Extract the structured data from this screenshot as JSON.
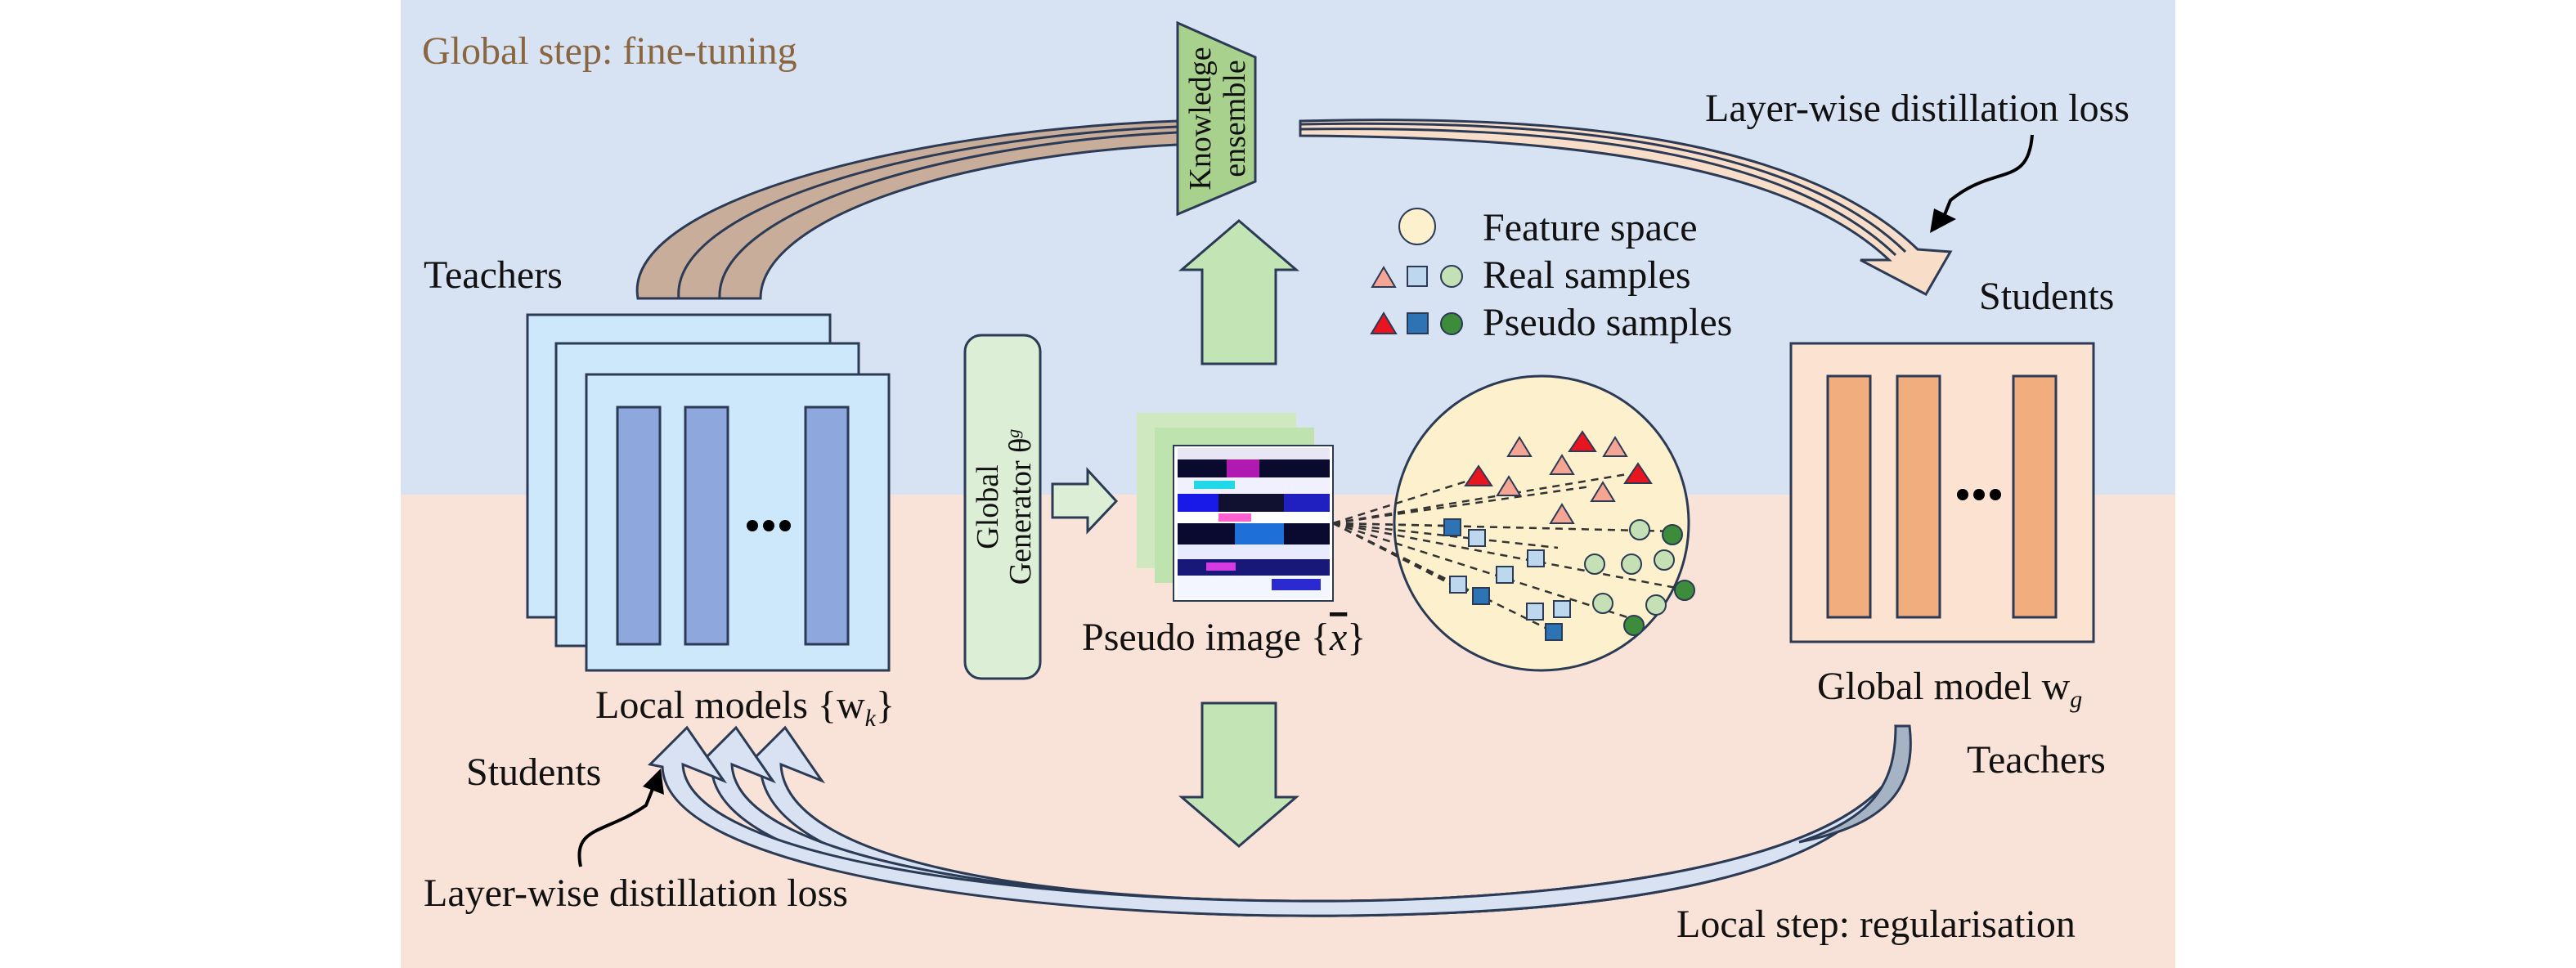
{
  "labels": {
    "global_step": "Global step: fine-tuning",
    "local_step": "Local step: regularisation",
    "teachers_left": "Teachers",
    "students_right": "Students",
    "students_left": "Students",
    "teachers_right": "Teachers",
    "lw_loss_top": "Layer-wise distillation loss",
    "lw_loss_bottom": "Layer-wise distillation loss",
    "local_models": "Local models {w",
    "local_models_sub": "k",
    "local_models_end": "}",
    "global_model": "Global model w",
    "global_model_sub": "g",
    "pseudo_image": "Pseudo image {",
    "pseudo_image_x": "x",
    "pseudo_image_end": "}",
    "generator_line1": "Global",
    "generator_line2": "Generator θ",
    "generator_sup": "g",
    "knowledge_line1": "Knowledge",
    "knowledge_line2": "ensemble",
    "ellipsis": "..."
  },
  "legend": {
    "feature_space": "Feature space",
    "real_samples": "Real samples",
    "pseudo_samples": "Pseudo samples"
  },
  "colors": {
    "top_bg": "#d7e2f3",
    "bottom_bg": "#f9e3d8",
    "teacher_arrow": "#c8ad9a",
    "student_arrow_top": "#f8ddc9",
    "student_arrow_bottom": "#d8e2f3",
    "teacher_arrow_bottom": "#a5b3c5",
    "local_card": "#cde8fa",
    "local_bar": "#8ea8de",
    "global_card": "#fbe2d1",
    "global_bar": "#f2ad7e",
    "generator": "#dcefd6",
    "green_arrow": "#c3e5b5",
    "feature_circle": "#fdf0cd",
    "real_triangle": "#f4a593",
    "pseudo_triangle": "#e8141f",
    "real_square": "#bdd7ee",
    "pseudo_square": "#2e74b5",
    "real_circle": "#c5e0b4",
    "pseudo_circle": "#3c8c3c"
  }
}
